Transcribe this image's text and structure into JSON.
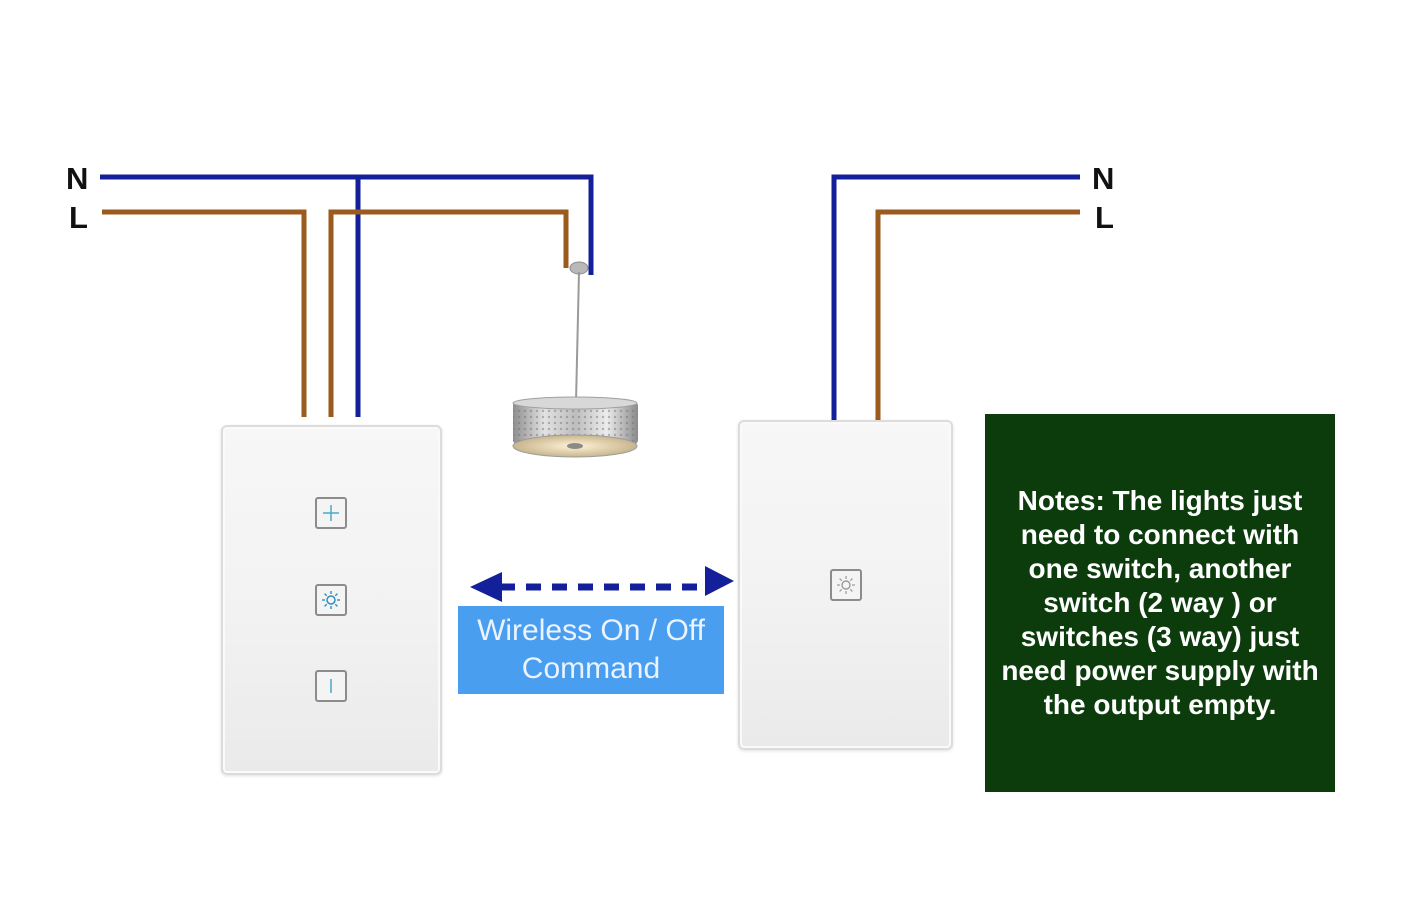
{
  "labels": {
    "left_n": "N",
    "left_l": "L",
    "right_n": "N",
    "right_l": "L"
  },
  "colors": {
    "neutral_wire": "#13209a",
    "live_wire": "#9b5a1e",
    "command_box": "#4a9ef0",
    "notes_box": "#0c3b0c",
    "arrow": "#13209a"
  },
  "command": {
    "line1": "Wireless On / Off",
    "line2": "Command"
  },
  "notes": {
    "lines": [
      "Notes: The lights just",
      "need to connect with",
      "one switch, another",
      "switch (2 way ) or",
      "switches (3 way) just",
      "need power supply with",
      "the output empty."
    ]
  },
  "icons": {
    "dimmer_up": "plus-icon",
    "light": "sun-icon",
    "dimmer_down": "minus-icon",
    "lamp": "pendant-lamp-icon",
    "arrow": "double-arrow-icon"
  }
}
